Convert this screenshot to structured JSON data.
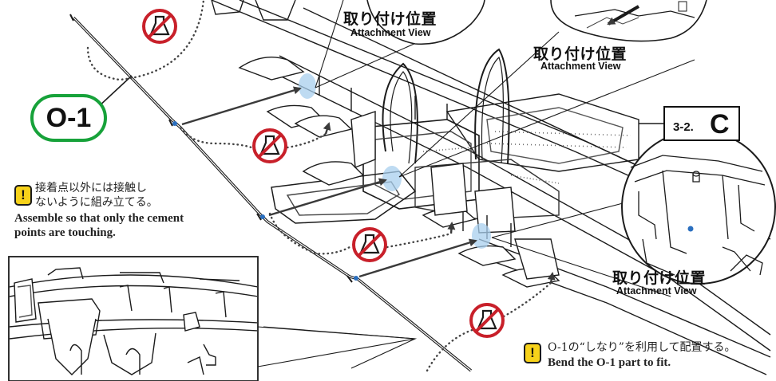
{
  "part_label": "O-1",
  "step": {
    "number": "3-2.",
    "letter": "C"
  },
  "attachment_callouts": [
    {
      "jp": "取り付け位置",
      "en": "Attachment View"
    },
    {
      "jp": "取り付け位置",
      "en": "Attachment View"
    },
    {
      "jp": "取り付け位置",
      "en": "Attachment View"
    }
  ],
  "note_contact": {
    "mark": "!",
    "jp_line1": "接着点以外には接触し",
    "jp_line2": "ないように組み立てる。",
    "en_line1": "Assemble so that only the cement",
    "en_line2": "points are touching."
  },
  "note_bend": {
    "mark": "!",
    "jp": "O-1の“しなり”を利用して配置する。",
    "en": "Bend the O-1 part to fit."
  },
  "colors": {
    "part_ring": "#17a23a",
    "no_cement": "#c8202a",
    "warning": "#f7d21a",
    "highlight": "#a8cfee",
    "line": "#1b1b1b"
  },
  "icons": [
    "no-cement-icon",
    "warning-icon",
    "attachment-arrow-icon"
  ]
}
